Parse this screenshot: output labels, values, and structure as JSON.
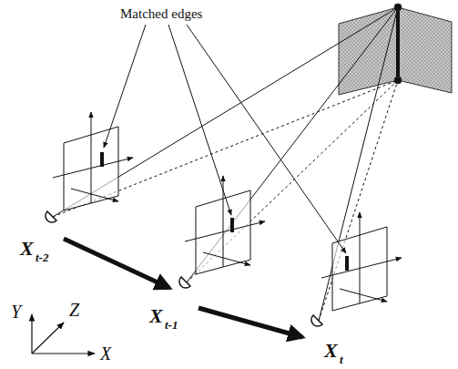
{
  "diagram": {
    "labels": [
      "Matched edges",
      "X",
      "t-2",
      "X",
      "t-1",
      "X",
      "t",
      "Y",
      "Z",
      "X"
    ]
  }
}
